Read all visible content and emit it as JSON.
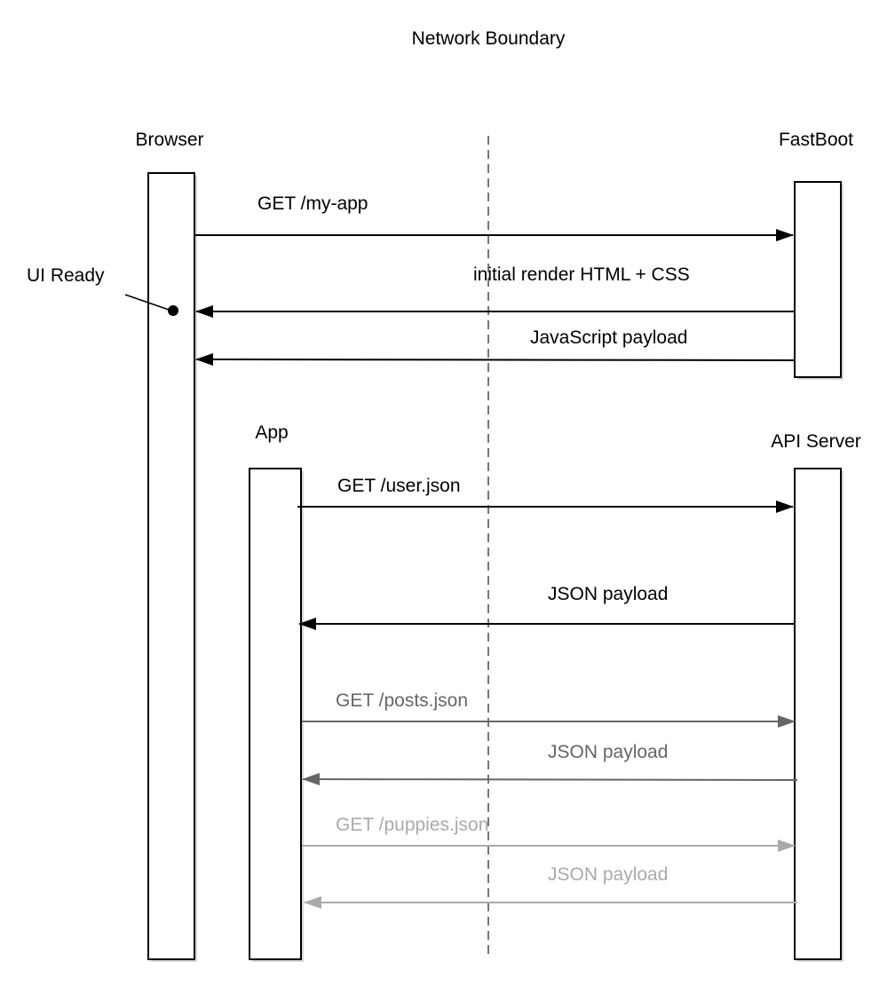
{
  "title": "Network Boundary",
  "colors": {
    "dark": "#000000",
    "medium": "#666666",
    "light": "#aaaaaa",
    "boundary": "#777777",
    "box_fill": "#ffffff",
    "shadow": "#d8d8d8"
  },
  "participants": [
    {
      "id": "browser",
      "label": "Browser"
    },
    {
      "id": "fastboot",
      "label": "FastBoot"
    },
    {
      "id": "app",
      "label": "App"
    },
    {
      "id": "api",
      "label": "API Server"
    }
  ],
  "annotation": {
    "label": "UI Ready"
  },
  "messages": [
    {
      "id": "get-my-app",
      "label": "GET /my-app",
      "from": "browser",
      "to": "fastboot",
      "tone": "dark"
    },
    {
      "id": "initial-render",
      "label": "initial render HTML + CSS",
      "from": "fastboot",
      "to": "browser",
      "tone": "dark"
    },
    {
      "id": "javascript-payload",
      "label": "JavaScript payload",
      "from": "fastboot",
      "to": "browser",
      "tone": "dark"
    },
    {
      "id": "get-user-json",
      "label": "GET /user.json",
      "from": "app",
      "to": "api",
      "tone": "dark"
    },
    {
      "id": "json-payload-user",
      "label": "JSON payload",
      "from": "api",
      "to": "app",
      "tone": "dark"
    },
    {
      "id": "get-posts-json",
      "label": "GET /posts.json",
      "from": "app",
      "to": "api",
      "tone": "medium"
    },
    {
      "id": "json-payload-posts",
      "label": "JSON payload",
      "from": "api",
      "to": "app",
      "tone": "medium"
    },
    {
      "id": "get-puppies-json",
      "label": "GET /puppies.json",
      "from": "app",
      "to": "api",
      "tone": "light"
    },
    {
      "id": "json-payload-puppies",
      "label": "JSON payload",
      "from": "api",
      "to": "app",
      "tone": "light"
    }
  ]
}
